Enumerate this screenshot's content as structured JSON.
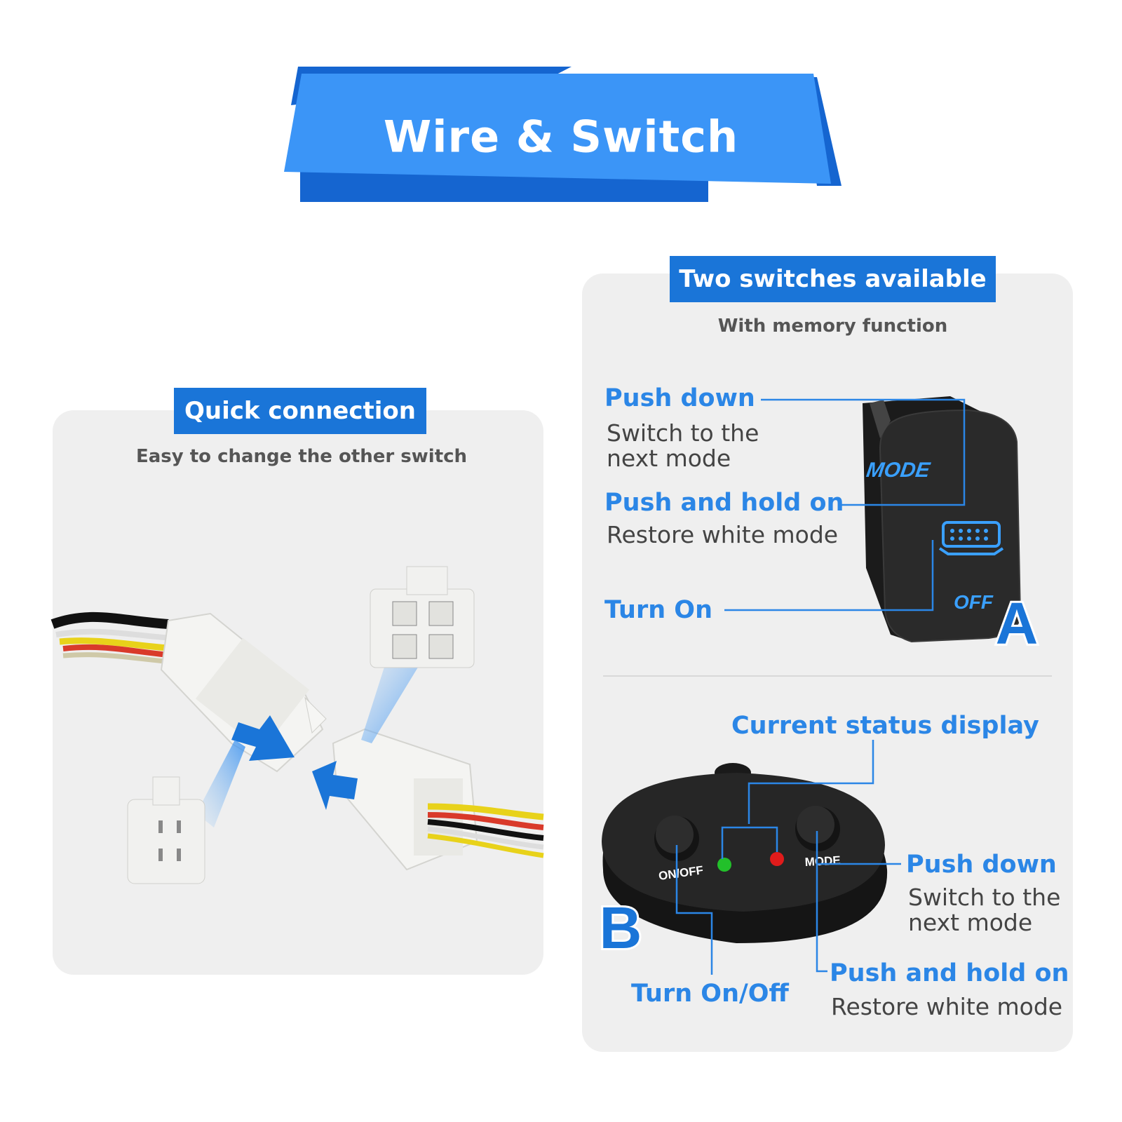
{
  "banner": {
    "title": "Wire & Switch"
  },
  "quick": {
    "tag": "Quick connection",
    "subtitle": "Easy to change the other switch"
  },
  "switches": {
    "tag": "Two switches available",
    "subtitle": "With memory function",
    "rocker": {
      "letter": "A",
      "mode_text": "MODE",
      "off_text": "OFF",
      "push_down": "Push down",
      "push_down_desc_1": "Switch to the",
      "push_down_desc_2": "next mode",
      "push_hold": "Push and hold on",
      "push_hold_desc": "Restore white mode",
      "turn_on": "Turn On"
    },
    "remote": {
      "letter": "B",
      "current_status": "Current status display",
      "onoff_print": "ON/OFF",
      "mode_print": "MODE",
      "push_down": "Push down",
      "push_down_desc_1": "Switch to the",
      "push_down_desc_2": "next mode",
      "push_hold": "Push and hold on",
      "push_hold_desc": "Restore white mode",
      "turn_onoff": "Turn On/Off"
    }
  },
  "colors": {
    "accent": "#1a75d8",
    "label_blue": "#2b86e6",
    "panel": "#efefef",
    "led_green": "#22c02a",
    "led_red": "#e01b1b",
    "switch_glow": "#3aa0ff"
  }
}
